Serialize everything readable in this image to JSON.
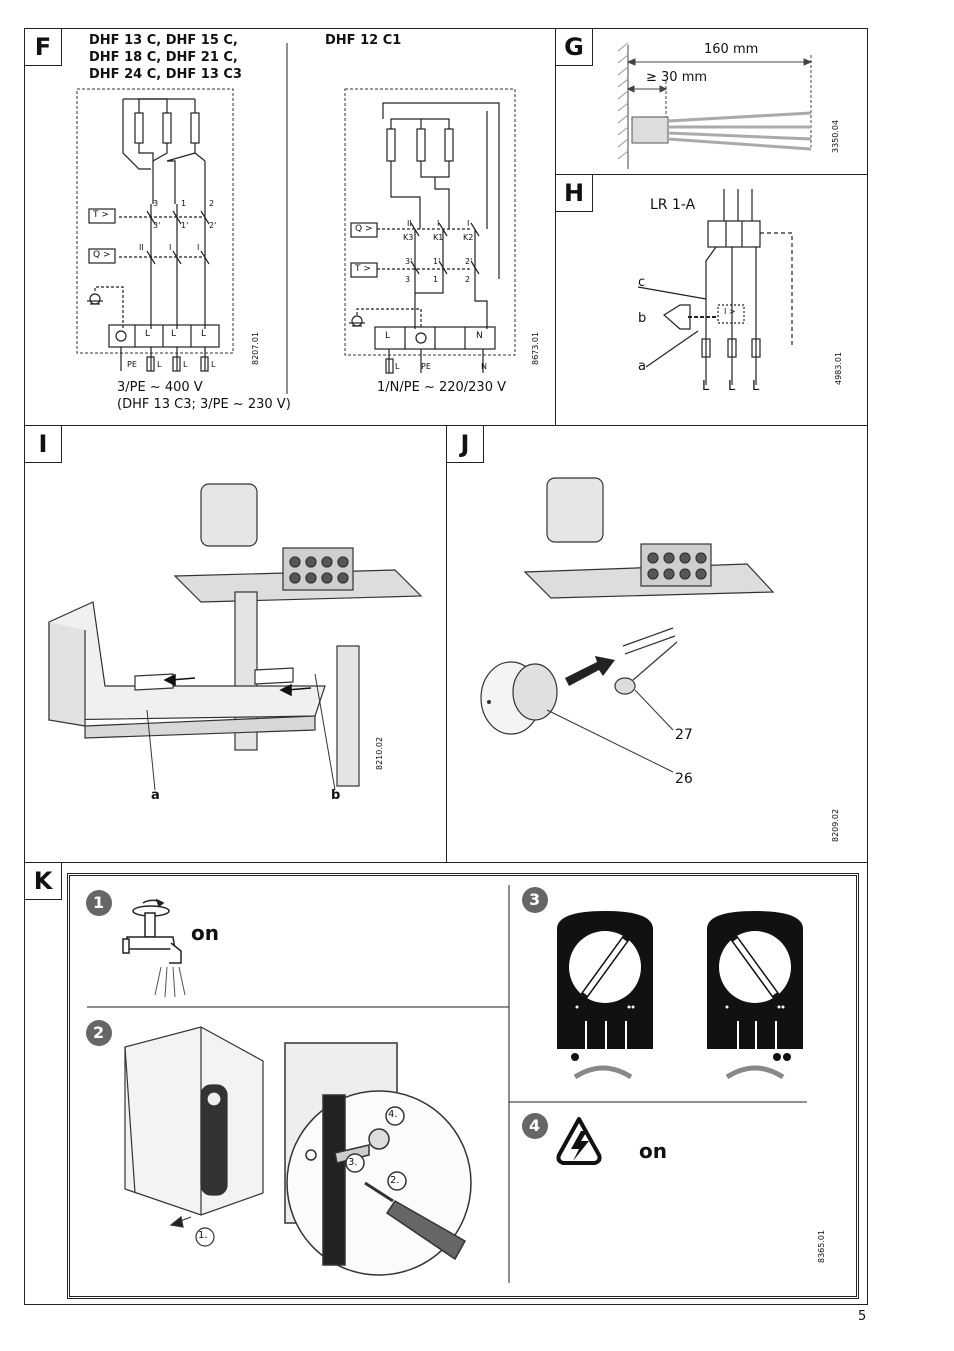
{
  "panels": {
    "F": {
      "tag": "F",
      "left_title": [
        "DHF 13 C, DHF 15 C,",
        "DHF 18 C, DHF 21 C,",
        "DHF 24 C, DHF 13 C3"
      ],
      "right_title": "DHF 12 C1",
      "left_supply": "3/PE ~ 400 V",
      "left_supply_note": "(DHF 13 C3; 3/PE ~ 230 V)",
      "right_supply": "1/N/PE ~ 220/230 V",
      "left_ref": "8207.01",
      "right_ref": "8673.01",
      "left_terminals": [
        "L",
        "L",
        "L"
      ],
      "left_bottom_labels": [
        "PE",
        "L",
        "L",
        "L"
      ],
      "right_terminals": [
        "L",
        "N"
      ],
      "right_bottom_labels": [
        "L",
        "PE",
        "N"
      ],
      "left_contacts_top": [
        "3",
        "1",
        "2"
      ],
      "left_contacts_bottom": [
        "3'",
        "1'",
        "2'"
      ],
      "left_roman": [
        "II",
        "I",
        "I"
      ],
      "right_roman": [
        "II",
        "I",
        "I"
      ],
      "right_k": [
        "K3",
        "K1",
        "K2"
      ],
      "right_contacts_top": [
        "3'",
        "1'",
        "2'"
      ],
      "right_contacts_bottom": [
        "3",
        "1",
        "2"
      ],
      "t_label": "T >",
      "q_label": "Q >"
    },
    "G": {
      "tag": "G",
      "length": "160 mm",
      "min_length": "≥ 30 mm",
      "ref": "3350.04"
    },
    "H": {
      "tag": "H",
      "device": "LR 1-A",
      "labels": [
        "c",
        "b",
        "a"
      ],
      "phases": [
        "L",
        "L",
        "L"
      ],
      "relay": "I >",
      "ref": "4983.01"
    },
    "I": {
      "tag": "I",
      "labels": [
        "a",
        "b"
      ],
      "ref": "8210.02"
    },
    "J": {
      "tag": "J",
      "labels": [
        "27",
        "26"
      ],
      "ref": "8209.02"
    },
    "K": {
      "tag": "K",
      "steps": [
        "1",
        "2",
        "3",
        "4"
      ],
      "on_label": "on",
      "sub_steps": [
        "1.",
        "2.",
        "3.",
        "4."
      ],
      "ref": "8365.01"
    }
  },
  "page_number": "5"
}
